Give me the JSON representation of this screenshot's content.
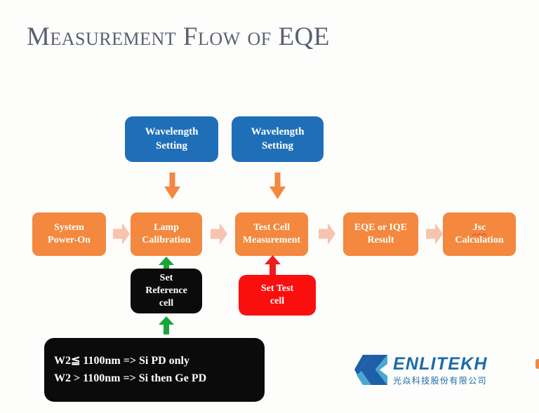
{
  "slide": {
    "title": "Measurement Flow of EQE",
    "background_color": "#fdfdfc",
    "title_color": "#5a6070"
  },
  "colors": {
    "blue_box": "#1f6fb8",
    "orange_box": "#f3883e",
    "black_box": "#0b0b0b",
    "red_box": "#fa0f0f",
    "orange_arrow": "#f3883e",
    "pink_arrow": "#f7c4ae",
    "green_arrow": "#18a53a",
    "red_arrow": "#ee1c1c",
    "logo_blue": "#1c6ba8",
    "logo_light_blue": "#4ba8cf",
    "spellcheck_underline": "#e8352c"
  },
  "flow": {
    "wavelength_nodes": [
      {
        "id": "wavelength-setting-1",
        "lines": [
          "Wavelength",
          "Setting"
        ]
      },
      {
        "id": "wavelength-setting-2",
        "lines": [
          "Wavelength",
          "Setting"
        ]
      }
    ],
    "main_steps": [
      {
        "id": "system-power-on",
        "lines": [
          "System",
          "Power-On"
        ]
      },
      {
        "id": "lamp-calibration",
        "lines": [
          "Lamp",
          "Calibration"
        ]
      },
      {
        "id": "test-cell-measurement",
        "lines": [
          "Test Cell",
          "Measurement"
        ]
      },
      {
        "id": "eqe-or-iqe-result",
        "lines": [
          "EQE or IQE",
          "Result"
        ]
      },
      {
        "id": "jsc-calculation",
        "lines": [
          "Jsc",
          "Calculation"
        ],
        "misspelled_first_line": true
      }
    ],
    "set_reference_cell": {
      "id": "set-reference-cell",
      "lines": [
        "Set",
        "Reference",
        "cell"
      ]
    },
    "set_test_cell": {
      "id": "set-test-cell",
      "lines": [
        "Set  Test",
        "cell"
      ]
    },
    "note": {
      "id": "pd-selection-note",
      "lines": [
        "W2≦ 1100nm  => Si PD only",
        "W2 > 1100nm => Si then Ge PD"
      ]
    }
  },
  "arrows": {
    "down_wavelength_1": {
      "direction": "down",
      "color": "#f3883e"
    },
    "down_wavelength_2": {
      "direction": "down",
      "color": "#f3883e"
    },
    "right_1": {
      "direction": "right",
      "color": "#f7c4ae"
    },
    "right_2": {
      "direction": "right",
      "color": "#f7c4ae"
    },
    "right_3": {
      "direction": "right",
      "color": "#f7c4ae"
    },
    "right_4": {
      "direction": "right",
      "color": "#f7c4ae"
    },
    "up_reference_to_lamp": {
      "direction": "up",
      "color": "#18a53a"
    },
    "up_note_to_reference": {
      "direction": "up",
      "color": "#18a53a"
    },
    "up_testcell_to_measure": {
      "direction": "up",
      "color": "#ee1c1c"
    }
  },
  "logo": {
    "brand": "ENLITEKH",
    "company_cn": "光焱科技股份有限公司",
    "mark": "chevron-logo-icon"
  }
}
